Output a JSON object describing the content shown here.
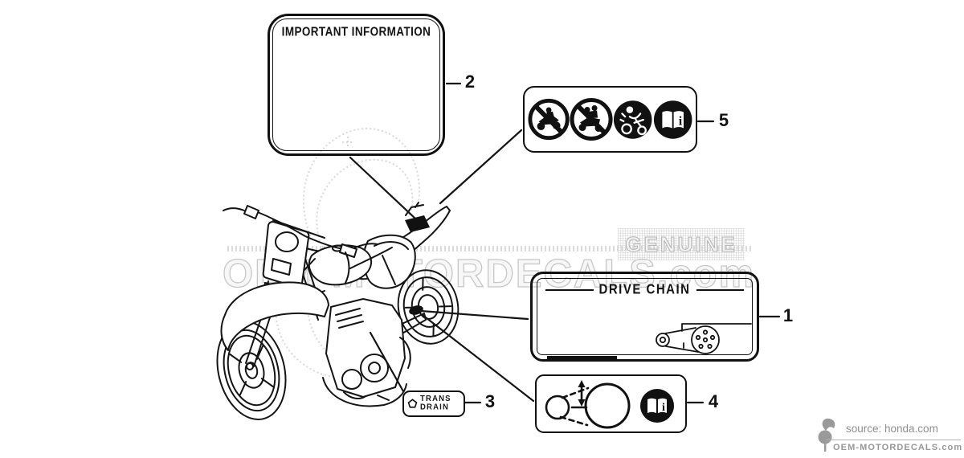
{
  "page": {
    "type": "oem-parts-diagram",
    "subject": "motorcycle caution and information labels"
  },
  "labels": {
    "important_info": {
      "id": "2",
      "title": "IMPORTANT INFORMATION"
    },
    "warning_pictograms": {
      "id": "5",
      "icons": [
        "no-riding-prohibition-icon",
        "no-passenger-prohibition-icon",
        "rider-ejection-warning-icon",
        "owners-manual-icon"
      ]
    },
    "drive_chain": {
      "id": "1",
      "title": "DRIVE CHAIN",
      "icons": [
        "chain-sprocket-diagram"
      ]
    },
    "chain_slack": {
      "id": "4",
      "icons": [
        "chain-slack-adjustment-diagram",
        "owners-manual-icon"
      ]
    },
    "trans_drain": {
      "id": "3",
      "line1": "TRANS",
      "line2": "DRAIN",
      "icon": "drain-bolt-icon"
    }
  },
  "watermarks": {
    "genuine": "GENUINE",
    "site": "OEM-MOTORDECALS.com"
  },
  "footer": {
    "source": "source: honda.com",
    "site": "OEM-MOTORDECALS.com"
  },
  "colors": {
    "line": "#141414",
    "label_border": "#111111",
    "black_fill": "#111111",
    "watermark_gray": "#c7c7c7",
    "footer_gray": "#8e8e8e"
  }
}
